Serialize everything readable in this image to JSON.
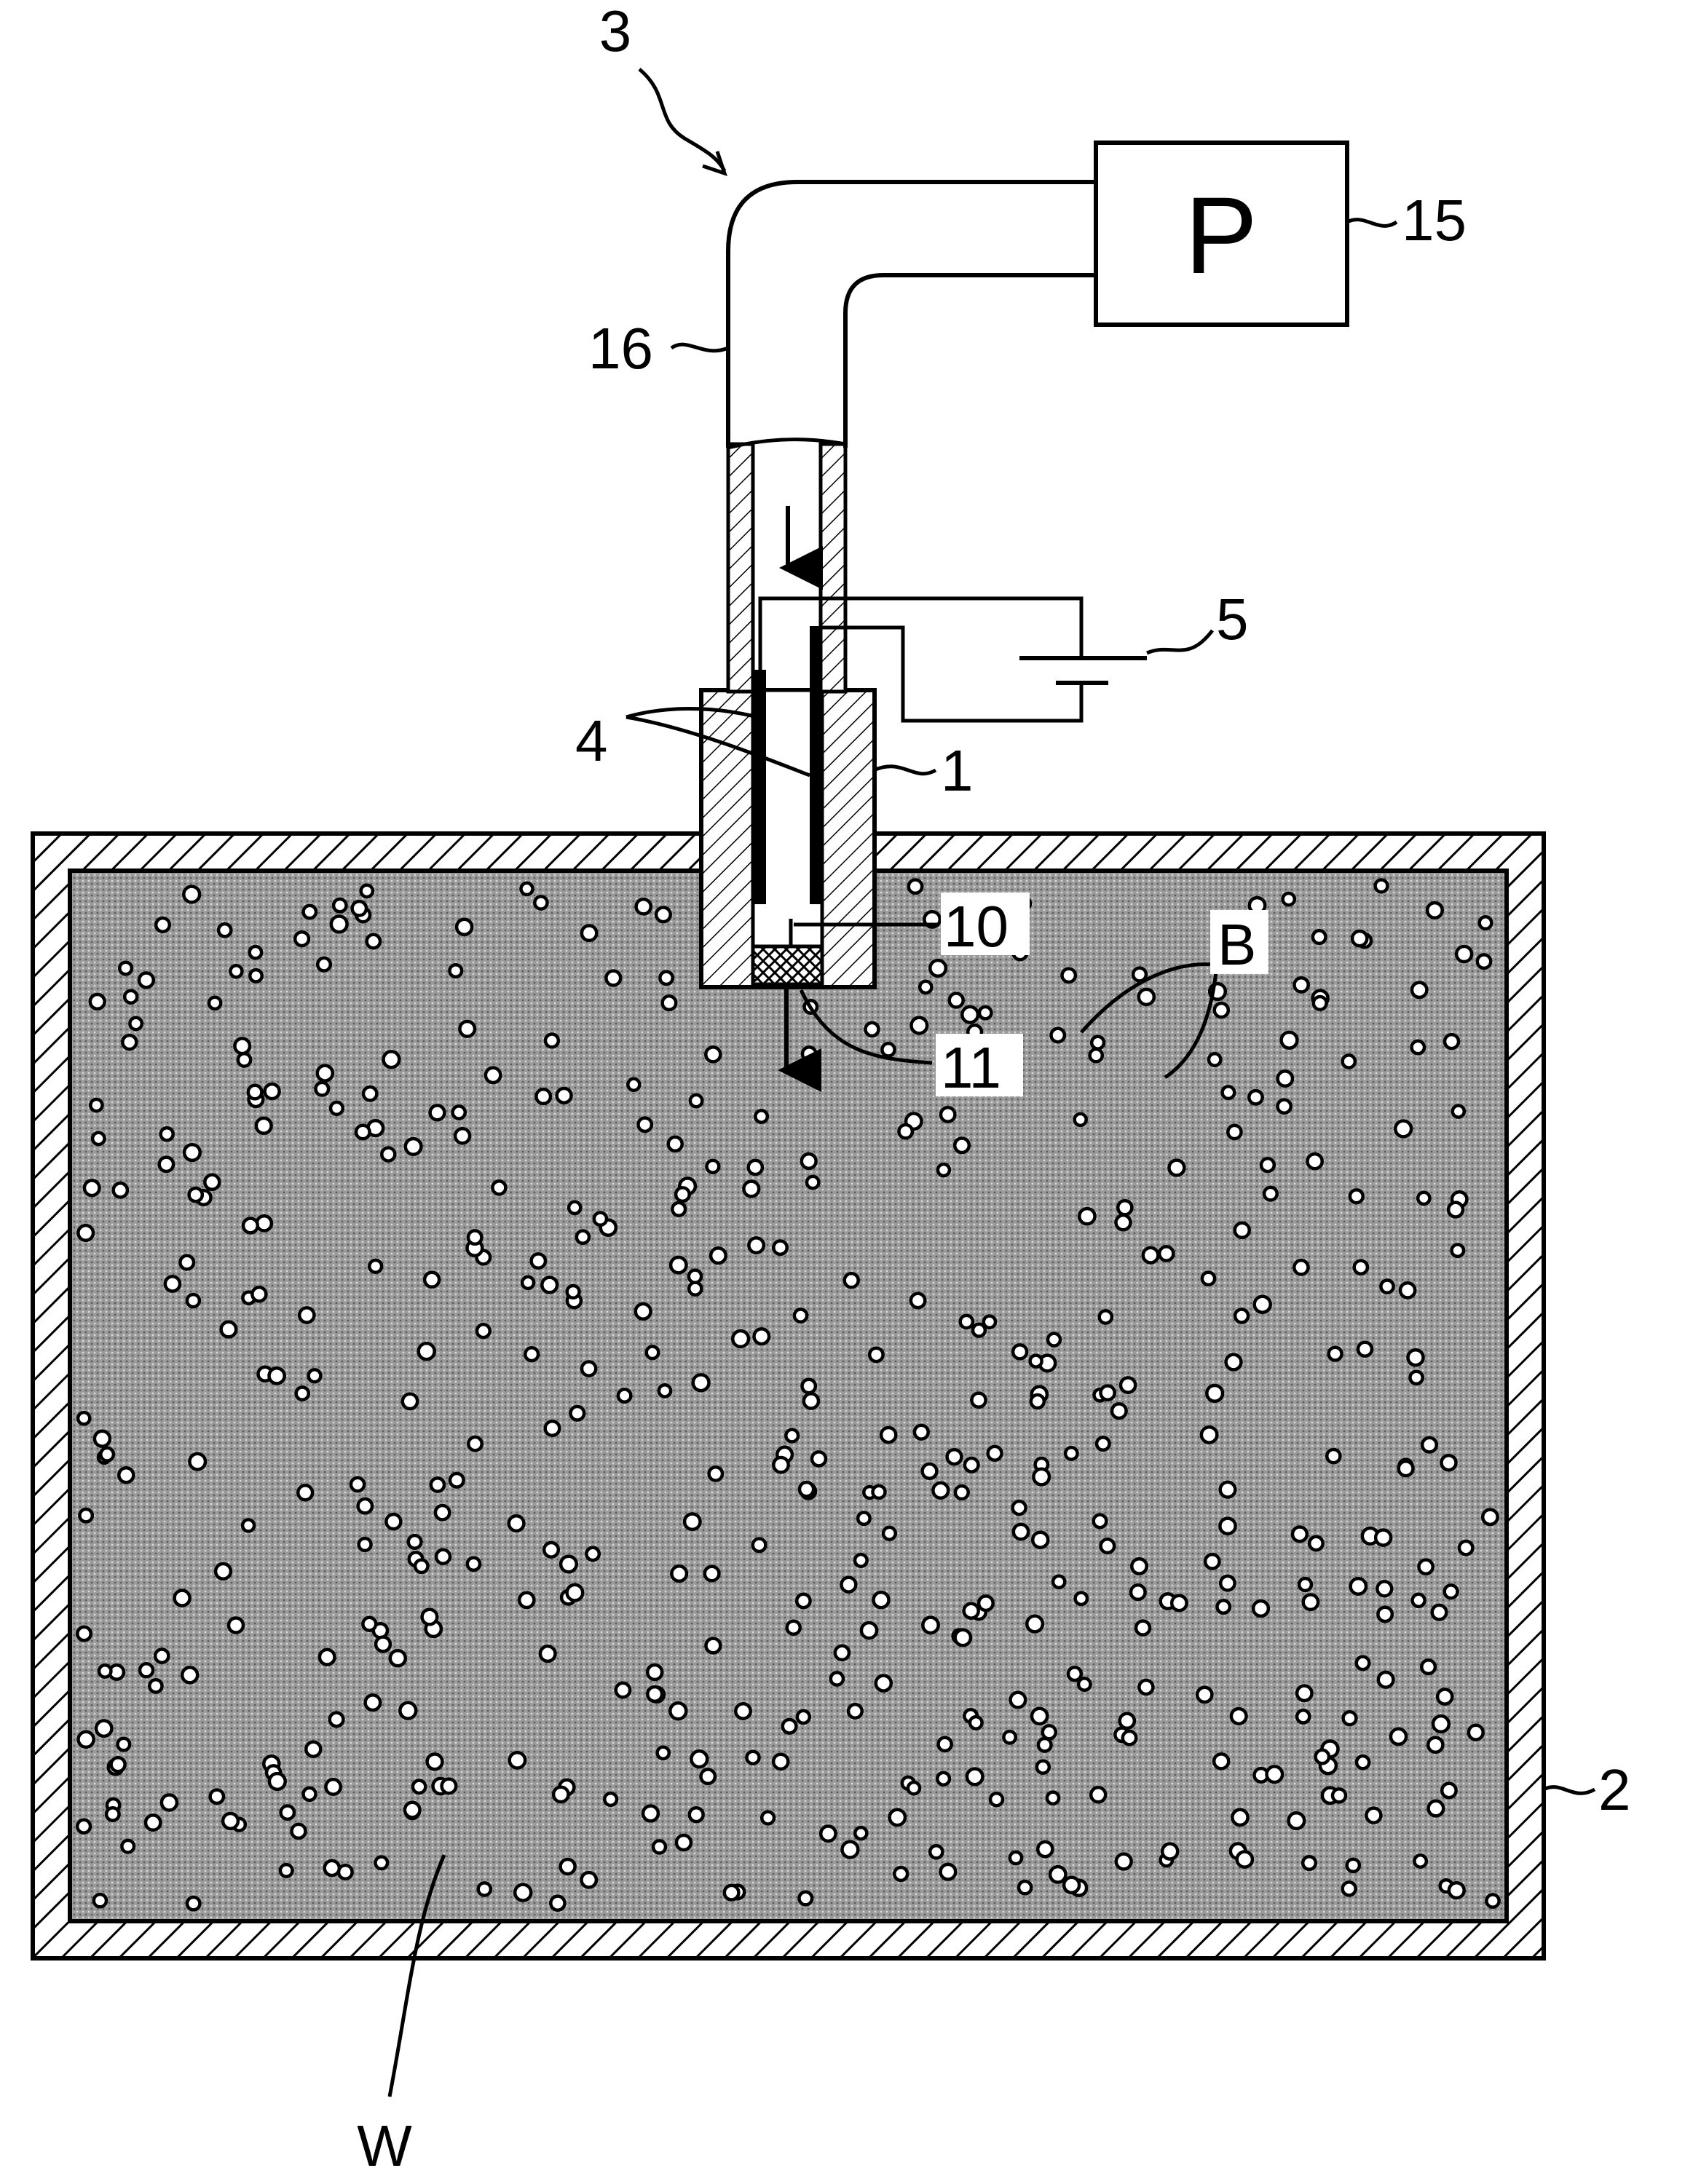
{
  "labels": {
    "device": "3",
    "pump_letter": "P",
    "pump": "15",
    "pipe": "16",
    "power_supply": "5",
    "electrodes": "4",
    "nozzle_body": "1",
    "tank": "2",
    "chamber": "10",
    "outlet": "11",
    "bubbles": "B",
    "water": "W"
  },
  "colors": {
    "line": "#000000",
    "liquid": "#9a9a9a",
    "background": "#ffffff"
  }
}
